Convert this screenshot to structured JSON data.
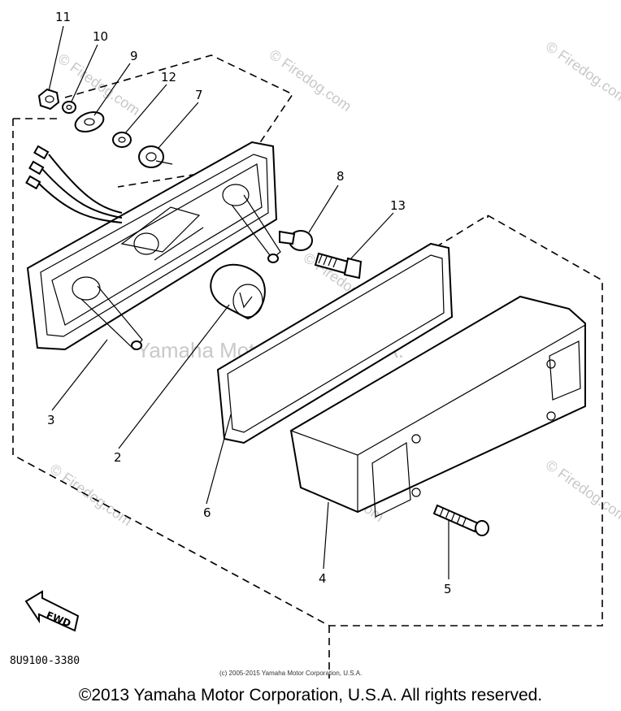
{
  "callouts": {
    "c1": "11",
    "c2": "10",
    "c3": "9",
    "c4": "12",
    "c5": "7",
    "c6": "8",
    "c7": "13",
    "c8": "3",
    "c9": "2",
    "c10": "6",
    "c11": "4",
    "c12": "5"
  },
  "fwd_label": "FWD",
  "part_number": "8U9100-3380",
  "small_copyright": "(c) 2005-2015 Yamaha Motor Corporation, U.S.A.",
  "watermarks": {
    "site": "© Firedog.com",
    "center": "Yamaha Motor Corp., U.S.A.",
    "mid": "© Firedog.com"
  },
  "footer": "©2013 Yamaha Motor Corporation, U.S.A. All rights reserved."
}
